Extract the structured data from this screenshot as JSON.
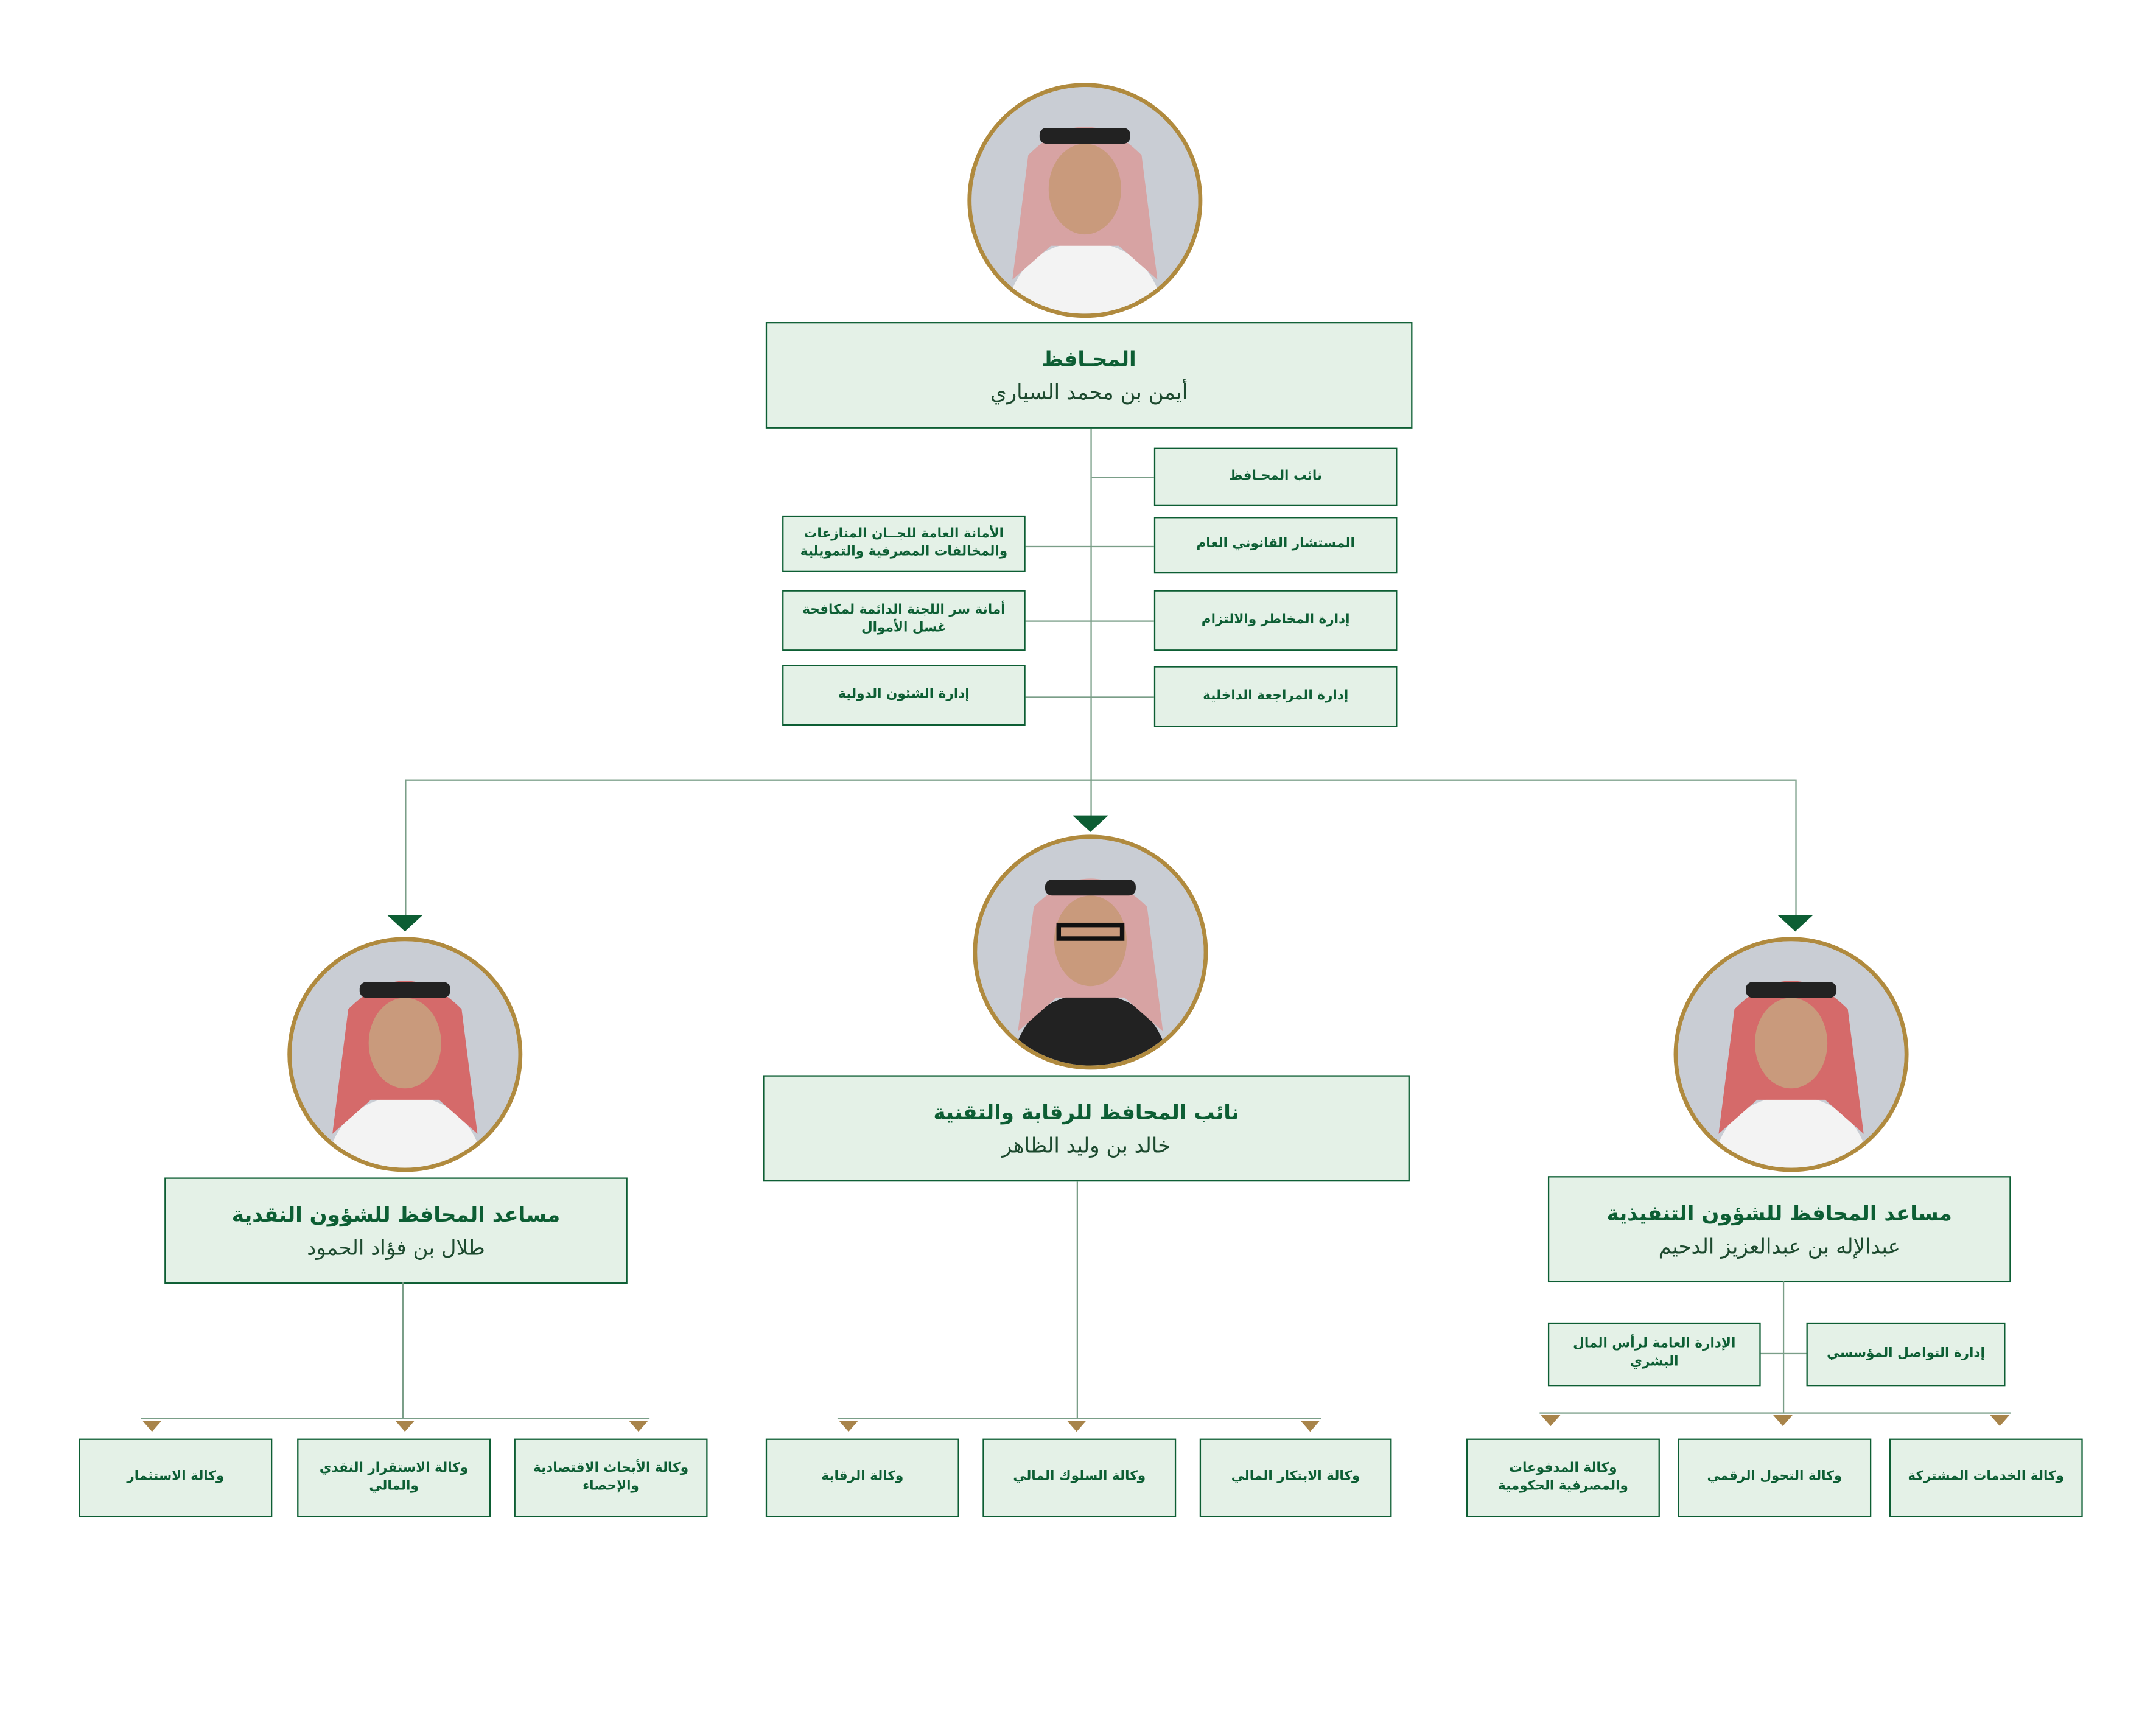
{
  "governor": {
    "title": "المحـافظ",
    "name": "أيمن بن محمد السياري"
  },
  "governor_right_units": [
    "نائب المحـافظ",
    "المستشار القانوني العام",
    "إدارة المخاطر والالتزام",
    "إدارة المراجعة الداخلية"
  ],
  "governor_left_units": [
    "الأمانة العامة للجــان المنازعات والمخالفات المصرفية والتمويلية",
    "أمانة سر اللجنة الدائمة لمكافحة غسل الأموال",
    "إدارة الشئون الدولية"
  ],
  "center": {
    "title": "نائب المحافظ للرقابة والتقنية",
    "name": "خالد بن وليد الظاهر",
    "agencies": [
      "وكالة الرقابة",
      "وكالة السلوك المالي",
      "وكالة الابتكار المالي"
    ]
  },
  "left": {
    "title": "مساعد المحافظ للشؤون النقدية",
    "name": "طلال بن فؤاد الحمود",
    "agencies": [
      "وكالة الاستثمار",
      "وكالة الاستقرار النقدي والمالي",
      "وكالة الأبحاث الاقتصادية والإحصاء"
    ]
  },
  "right": {
    "title": "مساعد المحافظ للشؤون التنفيذية",
    "name": "عبدالإله بن عبدالعزيز الدحيم",
    "units": [
      "الإدارة العامة لرأس المال البشري",
      "إدارة التواصل المؤسسي"
    ],
    "agencies": [
      "وكالة المدفوعات والمصرفية الحكومية",
      "وكالة التحول الرقمي",
      "وكالة الخدمات المشتركة"
    ]
  },
  "colors": {
    "green": "#0d5e34",
    "box_bg": "#e4f1e7",
    "gold": "#b08a3e",
    "line": "#7a9e88"
  }
}
